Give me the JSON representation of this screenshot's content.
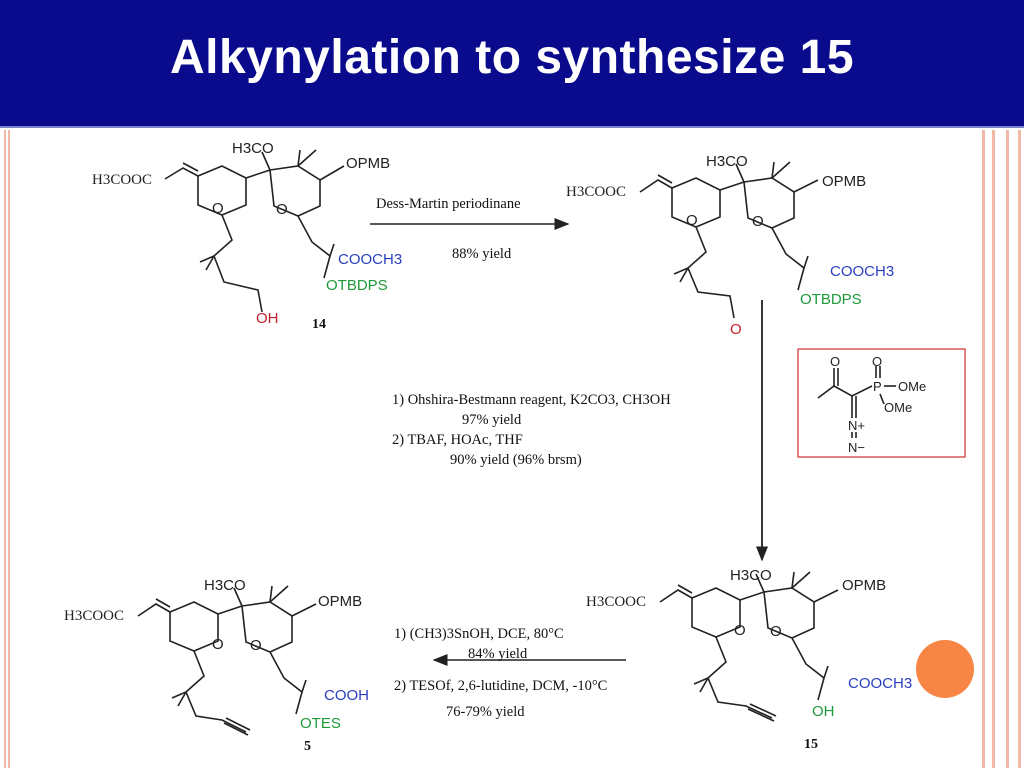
{
  "slide": {
    "title": "Alkynylation to synthesize 15"
  },
  "compound_14": {
    "ester": "H3COOC",
    "methoxy": "H3CO",
    "pmb": "OPMB",
    "ring_o1": "O",
    "ring_o2": "O",
    "ester2": "COOCH3",
    "silyl": "OTBDPS",
    "hydroxyl": "OH",
    "label": "14"
  },
  "step1": {
    "reagent": "Dess-Martin periodinane",
    "yield": "88% yield"
  },
  "aldehyde": {
    "ester": "H3COOC",
    "methoxy": "H3CO",
    "pmb": "OPMB",
    "ring_o1": "O",
    "ring_o2": "O",
    "ester2": "COOCH3",
    "silyl": "OTBDPS",
    "carbonyl": "O"
  },
  "step2": {
    "line1": "1) Ohshira-Bestmann reagent, K2CO3, CH3OH",
    "line2": "97% yield",
    "line3": "2) TBAF, HOAc, THF",
    "line4": "90% yield (96% brsm)"
  },
  "reagent_box": {
    "o1": "O",
    "o2": "O",
    "p": "P",
    "ome1": "OMe",
    "ome2": "OMe",
    "n1": "N+",
    "n2": "N−"
  },
  "compound_15": {
    "ester": "H3COOC",
    "methoxy": "H3CO",
    "pmb": "OPMB",
    "ring_o1": "O",
    "ring_o2": "O",
    "ester2": "COOCH3",
    "hydroxyl": "OH",
    "label": "15"
  },
  "step3": {
    "line1": "1) (CH3)3SnOH, DCE, 80°C",
    "line2": "84% yield",
    "line3": "2) TESOf, 2,6-lutidine, DCM, -10°C",
    "line4": "76-79% yield"
  },
  "compound_5": {
    "ester": "H3COOC",
    "methoxy": "H3CO",
    "pmb": "OPMB",
    "ring_o1": "O",
    "ring_o2": "O",
    "acid": "COOH",
    "silyl": "OTES",
    "label": "5"
  },
  "colors": {
    "title_bg": "#0a0a8c",
    "blue": "#2a3fbf",
    "green": "#1f9a3a",
    "red": "#c0202a",
    "accent_dot": "#f78545"
  }
}
